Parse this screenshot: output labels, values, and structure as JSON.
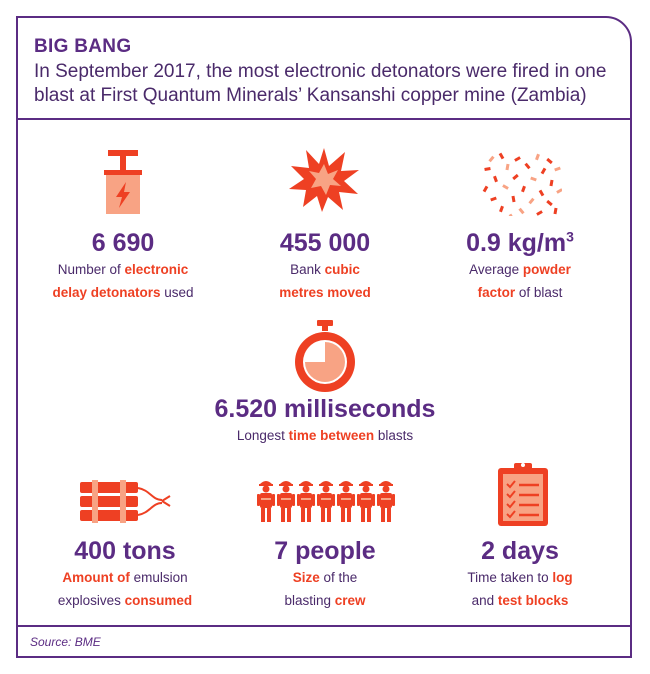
{
  "header": {
    "title": "BIG BANG",
    "subtitle": "In September 2017, the most electronic detonators were fired in one blast at First Quantum Minerals’ Kansanshi copper mine (Zambia)"
  },
  "colors": {
    "purple": "#5b2c83",
    "orange": "#ee4023",
    "peach": "#f8a384"
  },
  "stats": [
    {
      "icon": "detonator-plunger-icon",
      "value": "6 690",
      "line1": [
        "Number of ",
        "electronic"
      ],
      "line2": [
        "delay detonators",
        " used"
      ]
    },
    {
      "icon": "explosion-icon",
      "value": "455 000",
      "line1": [
        "Bank ",
        "cubic"
      ],
      "line2": [
        "metres moved",
        ""
      ]
    },
    {
      "icon": "powder-particles-icon",
      "value": "0.9 kg/m",
      "value_sup": "3",
      "line1": [
        "Average ",
        "powder"
      ],
      "line2": [
        "factor",
        " of blast"
      ]
    },
    {
      "icon": "stopwatch-icon",
      "value": "6.520 milliseconds",
      "line1": [
        "Longest ",
        "time between",
        " blasts"
      ]
    },
    {
      "icon": "dynamite-icon",
      "value": "400 tons",
      "line1": [
        "Amount of",
        " emulsion"
      ],
      "line2": [
        "explosives ",
        "consumed"
      ]
    },
    {
      "icon": "people-icon",
      "value": "7 people",
      "line1": [
        "Size",
        " of the"
      ],
      "line2": [
        "blasting ",
        "crew"
      ]
    },
    {
      "icon": "clipboard-checklist-icon",
      "value": "2 days",
      "line1": [
        "Time taken to ",
        "log"
      ],
      "line2": [
        "and ",
        "test blocks"
      ]
    }
  ],
  "source": "Source: BME"
}
